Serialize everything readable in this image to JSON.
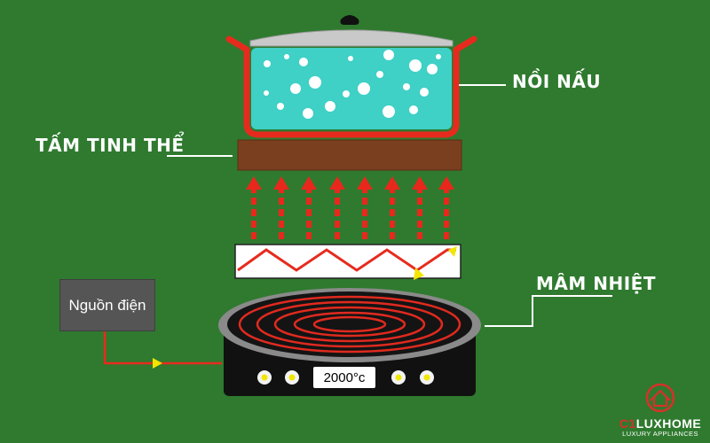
{
  "labels": {
    "pot": "NỒI NẤU",
    "crystal_plate": "TẤM TINH THỂ",
    "heating_tray": "MÂM NHIỆT",
    "power_source": "Nguồn điện"
  },
  "display": {
    "temperature": "2000°c"
  },
  "brand": {
    "name_accent": "C1",
    "name": "LUXHOME",
    "tagline": "LUXURY APPLIANCES"
  },
  "colors": {
    "background": "#2f7a2f",
    "water": "#3fd0c6",
    "pot_red": "#e62b1e",
    "crystal_plate": "#7a3f1f",
    "arrow_red": "#e8281c",
    "stove_body": "#111111",
    "coil": "#e02a1f",
    "power_box": "#555555",
    "signal_yellow": "#f2e600"
  },
  "icons": {
    "brand_logo": "house-in-circle-icon"
  }
}
